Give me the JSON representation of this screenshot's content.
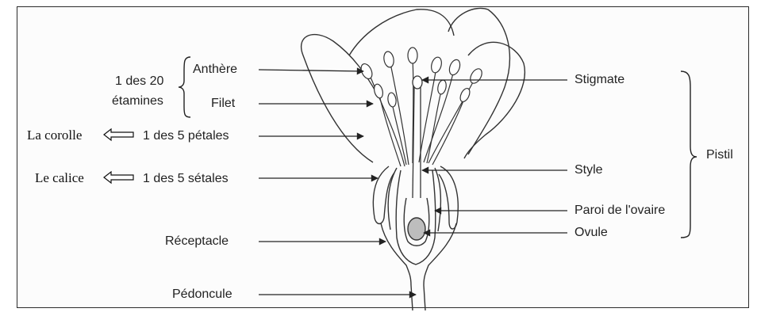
{
  "diagram": {
    "left_labels": {
      "stamen_count": "1 des 20",
      "stamen_word": "étamines",
      "anther": "Anthère",
      "filament": "Filet",
      "petal": "1 des 5 pétales",
      "sepal": "1 des 5 sétales",
      "receptacle": "Réceptacle",
      "peduncle": "Pédoncule"
    },
    "group_labels": {
      "corolla": "La corolle",
      "calyx": "Le calice"
    },
    "right_labels": {
      "stigma": "Stigmate",
      "style": "Style",
      "ovary_wall": "Paroi de l'ovaire",
      "ovule": "Ovule",
      "pistil": "Pistil"
    }
  }
}
